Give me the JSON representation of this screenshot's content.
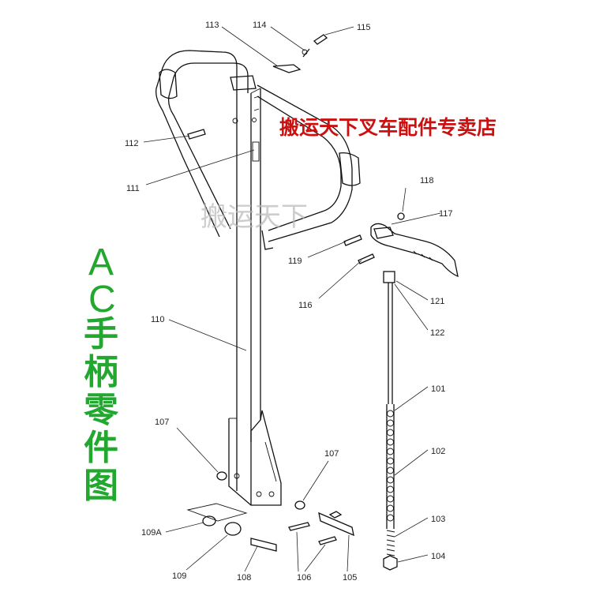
{
  "store_title": "搬运天下叉车配件专卖店",
  "watermark": "搬运天下",
  "side_title": [
    "A",
    "C",
    "手",
    "柄",
    "零",
    "件",
    "图"
  ],
  "part_labels": {
    "p101": "101",
    "p102": "102",
    "p103": "103",
    "p104": "104",
    "p105": "105",
    "p106": "106",
    "p107a": "107",
    "p107b": "107",
    "p108": "108",
    "p109": "109",
    "p109A": "109A",
    "p110": "110",
    "p111": "111",
    "p112": "112",
    "p113": "113",
    "p114": "114",
    "p115": "115",
    "p116": "116",
    "p117": "117",
    "p118": "118",
    "p119": "119",
    "p121": "121",
    "p122": "122"
  },
  "colors": {
    "title_red": "#cc1010",
    "side_green": "#22a82e",
    "watermark_grey": "#b9b9b9"
  }
}
